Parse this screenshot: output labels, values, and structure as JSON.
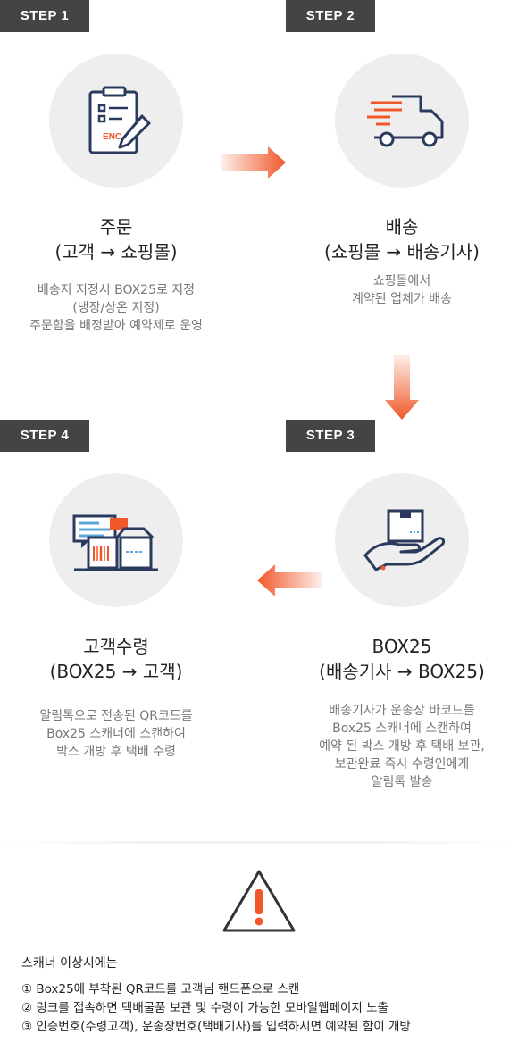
{
  "steps": [
    {
      "badge": "STEP 1",
      "title_line1": "주문",
      "title_line2": "(고객 → 쇼핑몰)",
      "desc": [
        "배송지 지정시 BOX25로 지정",
        "(냉장/상온 지정)",
        "주문함을 배정받아 예약제로 운영"
      ],
      "icon_text": "ENC"
    },
    {
      "badge": "STEP 2",
      "title_line1": "배송",
      "title_line2": "(쇼핑몰  → 배송기사)",
      "desc": [
        "쇼핑몰에서",
        "계약된 업체가 배송"
      ]
    },
    {
      "badge": "STEP 3",
      "title_line1": "BOX25",
      "title_line2": "(배송기사 → BOX25)",
      "desc": [
        "배송기사가 운송장 바코드를",
        "Box25 스캐너에 스캔하여",
        "예약 된 박스 개방 후 택배 보관,",
        "보관완료 즉시 수령인에게",
        "알림톡 발송"
      ]
    },
    {
      "badge": "STEP 4",
      "title_line1": "고객수령",
      "title_line2": "(BOX25 → 고객)",
      "desc": [
        "알림톡으로 전송된 QR코드를",
        "Box25 스캐너에 스캔하여",
        "박스 개방 후 택배 수령"
      ]
    }
  ],
  "notice": {
    "title": "스캐너 이상시에는",
    "items": [
      "① Box25에 부착된 QR코드를 고객님 핸드폰으로 스캔",
      "② 링크를 접속하면 택배물품 보관 및 수령이 가능한 모바일웹페이지 노출",
      "③ 인증번호(수령고객), 운송장번호(택배기사)를 입력하시면 예약된 함이 개방"
    ]
  },
  "colors": {
    "accent": "#f0582a",
    "badge": "#444444",
    "navy": "#2a3a5c"
  },
  "icons": [
    "clipboard-icon",
    "truck-icon",
    "hand-box-icon",
    "boxes-chat-icon",
    "warning-icon",
    "arrow-right-icon",
    "arrow-down-icon",
    "arrow-left-icon"
  ]
}
